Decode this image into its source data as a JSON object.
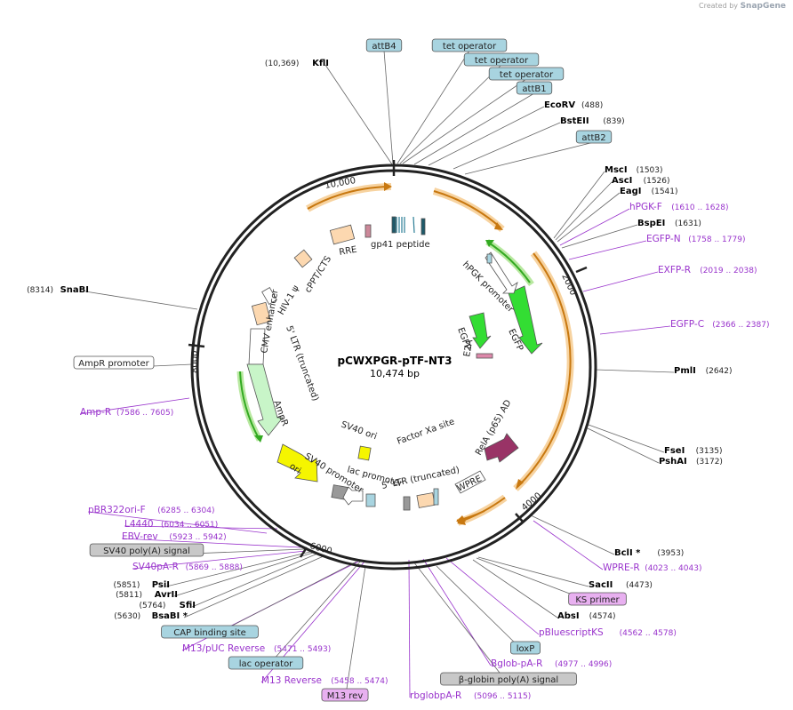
{
  "watermark": {
    "prefix": "Created by",
    "brand": "SnapGene"
  },
  "plasmid": {
    "name": "pCWXPGR-pTF-NT3",
    "size": "10,474 bp"
  },
  "colors": {
    "backbone": "#222222",
    "enzyme_text": "#000000",
    "primer_text": "#9933cc",
    "leader": "#666666",
    "tag_blue_fill": "#a8d4e0",
    "tag_white_fill": "#ffffff",
    "tag_gray_fill": "#c8c8c8",
    "tag_purple_fill": "#e8b0f0",
    "orange_arrow": "#e8a040",
    "green_arrow": "#33dd33",
    "light_green_arrow": "#c0f0c0",
    "yellow_arrow": "#f0f000",
    "maroon_arrow": "#993366"
  },
  "ticks": [
    "10,000",
    "2000",
    "4000",
    "6000",
    "8000"
  ],
  "annotations": [
    {
      "text": "attB4",
      "style": "tag_blue"
    },
    {
      "text": "tet operator",
      "style": "tag_blue"
    },
    {
      "text": "tet operator",
      "style": "tag_blue"
    },
    {
      "text": "tet operator",
      "style": "tag_blue"
    },
    {
      "text": "attB1",
      "style": "tag_blue"
    },
    {
      "text": "attB2",
      "style": "tag_blue"
    },
    {
      "text": "KflI",
      "pos": "(10,369)",
      "style": "enzyme"
    },
    {
      "text": "EcoRV",
      "pos": "(488)",
      "style": "enzyme"
    },
    {
      "text": "BstEII",
      "pos": "(839)",
      "style": "enzyme"
    },
    {
      "text": "MscI",
      "pos": "(1503)",
      "style": "enzyme"
    },
    {
      "text": "AscI",
      "pos": "(1526)",
      "style": "enzyme"
    },
    {
      "text": "EagI",
      "pos": "(1541)",
      "style": "enzyme"
    },
    {
      "text": "hPGK-F",
      "pos": "(1610 .. 1628)",
      "style": "primer"
    },
    {
      "text": "BspEI",
      "pos": "(1631)",
      "style": "enzyme"
    },
    {
      "text": "EGFP-N",
      "pos": "(1758 .. 1779)",
      "style": "primer"
    },
    {
      "text": "EXFP-R",
      "pos": "(2019 .. 2038)",
      "style": "primer"
    },
    {
      "text": "EGFP-C",
      "pos": "(2366 .. 2387)",
      "style": "primer"
    },
    {
      "text": "PmlI",
      "pos": "(2642)",
      "style": "enzyme"
    },
    {
      "text": "FseI",
      "pos": "(3135)",
      "style": "enzyme"
    },
    {
      "text": "PshAI",
      "pos": "(3172)",
      "style": "enzyme"
    },
    {
      "text": "BclI *",
      "pos": "(3953)",
      "style": "enzyme"
    },
    {
      "text": "WPRE-R",
      "pos": "(4023 .. 4043)",
      "style": "primer"
    },
    {
      "text": "SacII",
      "pos": "(4473)",
      "style": "enzyme"
    },
    {
      "text": "KS primer",
      "style": "tag_purple"
    },
    {
      "text": "AbsI",
      "pos": "(4574)",
      "style": "enzyme"
    },
    {
      "text": "pBluescriptKS",
      "pos": "(4562 .. 4578)",
      "style": "primer"
    },
    {
      "text": "loxP",
      "style": "tag_blue"
    },
    {
      "text": "Bglob-pA-R",
      "pos": "(4977 .. 4996)",
      "style": "primer"
    },
    {
      "text": "β-globin poly(A) signal",
      "style": "tag_gray"
    },
    {
      "text": "rbglobpA-R",
      "pos": "(5096 .. 5115)",
      "style": "primer"
    },
    {
      "text": "M13 rev",
      "style": "tag_purple"
    },
    {
      "text": "M13 Reverse",
      "pos": "(5458 .. 5474)",
      "style": "primer"
    },
    {
      "text": "lac operator",
      "style": "tag_blue"
    },
    {
      "text": "M13/pUC Reverse",
      "pos": "(5471 .. 5493)",
      "style": "primer"
    },
    {
      "text": "CAP binding site",
      "style": "tag_blue"
    },
    {
      "text": "BsaBI *",
      "pos": "(5630)",
      "style": "enzyme"
    },
    {
      "text": "SfiI",
      "pos": "(5764)",
      "style": "enzyme"
    },
    {
      "text": "AvrII",
      "pos": "(5811)",
      "style": "enzyme"
    },
    {
      "text": "PsiI",
      "pos": "(5851)",
      "style": "enzyme"
    },
    {
      "text": "SV40pA-R",
      "pos": "(5869 .. 5888)",
      "style": "primer"
    },
    {
      "text": "SV40 poly(A) signal",
      "style": "tag_gray"
    },
    {
      "text": "EBV-rev",
      "pos": "(5923 .. 5942)",
      "style": "primer"
    },
    {
      "text": "L4440",
      "pos": "(6034 .. 6051)",
      "style": "primer"
    },
    {
      "text": "pBR322ori-F",
      "pos": "(6285 .. 6304)",
      "style": "primer"
    },
    {
      "text": "Amp-R",
      "pos": "(7586 .. 7605)",
      "style": "primer"
    },
    {
      "text": "AmpR promoter",
      "style": "tag_white"
    },
    {
      "text": "SnaBI",
      "pos": "(8314)",
      "style": "enzyme"
    }
  ],
  "inner_labels": [
    "RRE",
    "gp41 peptide",
    "HIV-1 ψ",
    "cPPT/CTS",
    "hPGK promoter",
    "EGFP",
    "EGFP",
    "E2A",
    "5' LTR (truncated)",
    "CMV enhancer",
    "AmpR",
    "SV40 ori",
    "Factor Xa site",
    "RelA (p65) AD",
    "ori",
    "SV40 promoter",
    "lac promoter",
    "5' LTR (truncated)",
    "WPRE"
  ]
}
